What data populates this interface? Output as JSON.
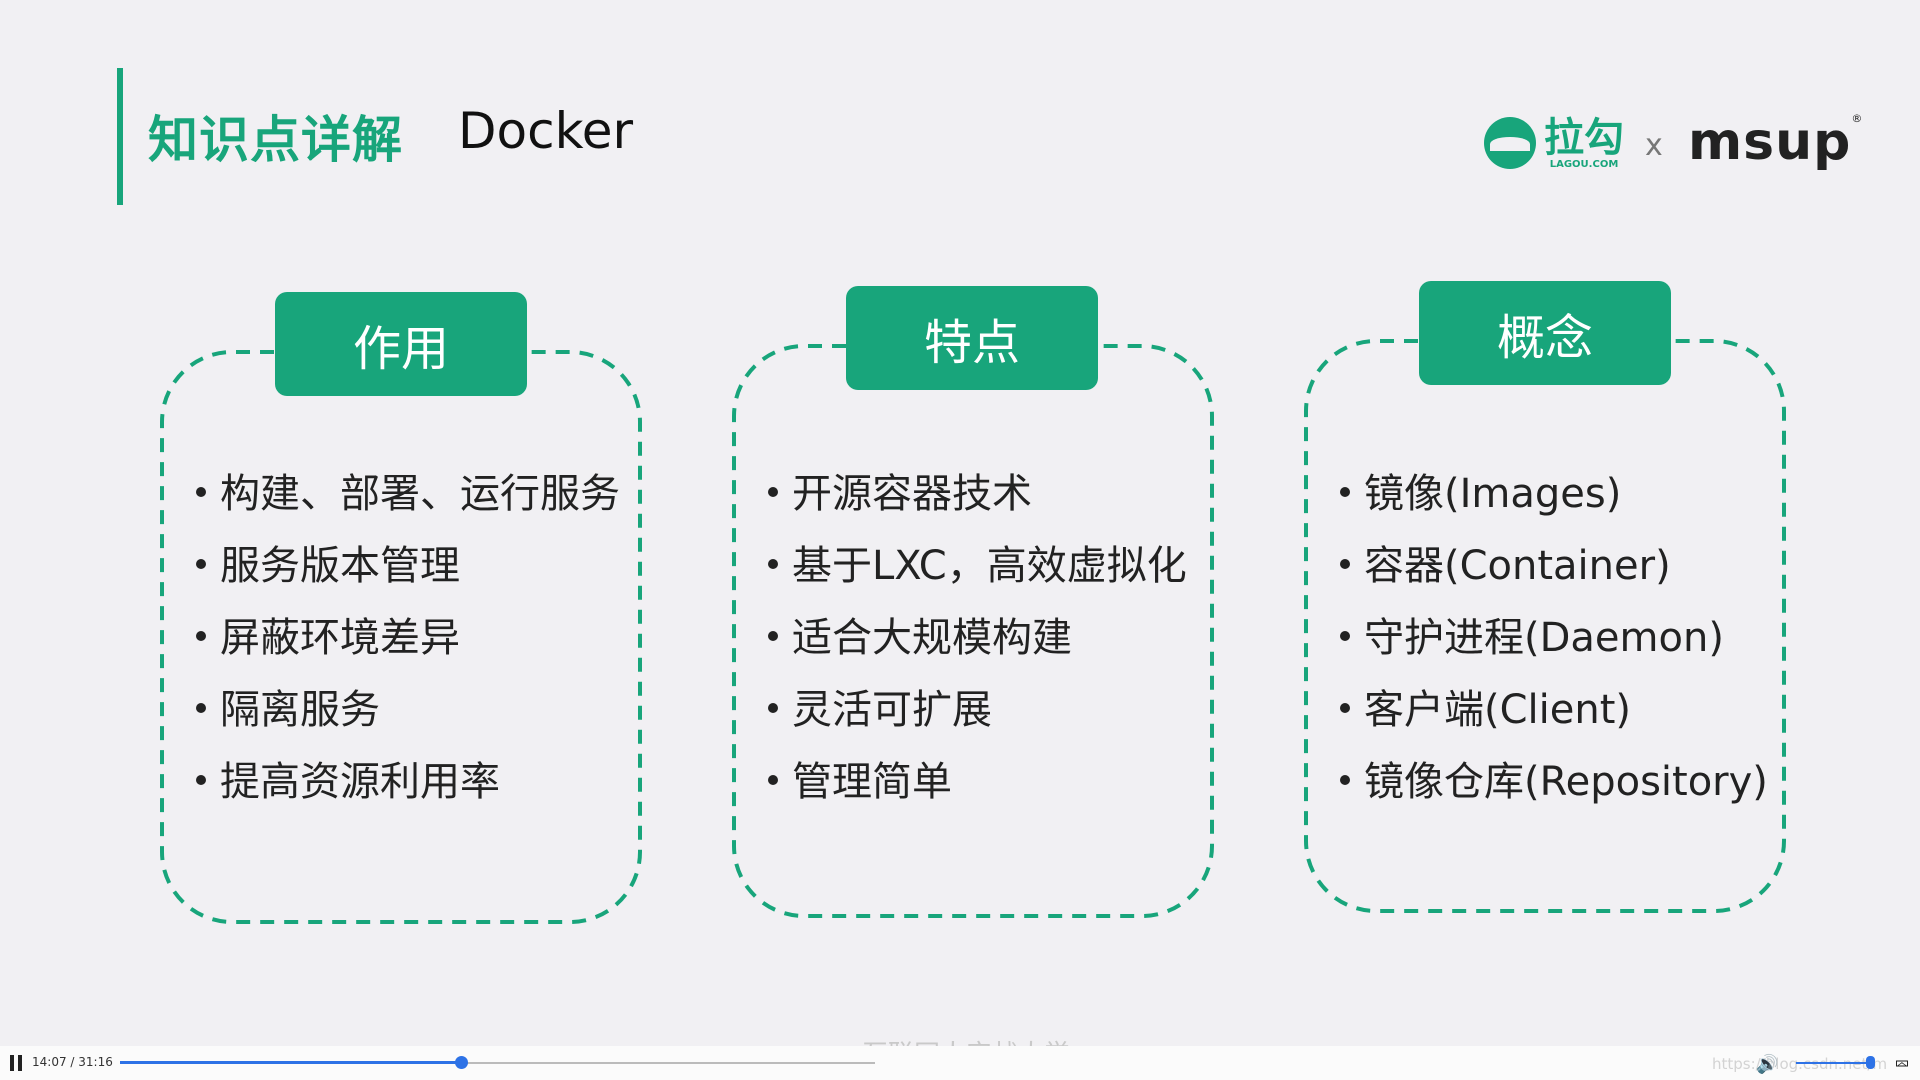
{
  "header": {
    "title": "知识点详解",
    "subtitle": "Docker"
  },
  "logos": {
    "lagou_cn": "拉勾",
    "lagou_en": "LAGOU.COM",
    "separator": "x",
    "partner": "msup",
    "partner_mark": "®"
  },
  "cards": [
    {
      "heading": "作用",
      "items": [
        "构建、部署、运行服务",
        "服务版本管理",
        "屏蔽环境差异",
        "隔离服务",
        "提高资源利用率"
      ]
    },
    {
      "heading": "特点",
      "items": [
        "开源容器技术",
        "基于LXC，高效虚拟化",
        "适合大规模构建",
        "灵活可扩展",
        "管理简单"
      ]
    },
    {
      "heading": "概念",
      "items": [
        "镜像(Images)",
        "容器(Container)",
        "守护进程(Daemon)",
        "客户端(Client)",
        "镜像仓库(Repository)"
      ]
    }
  ],
  "watermark": "互联网人实战大学",
  "player": {
    "current_time": "14:07",
    "duration": "31:16",
    "time_display": "14:07 / 31:16",
    "progress": 0.451,
    "volume": 1.0,
    "url_watermark": "https://blog.csdn.net/m"
  },
  "colors": {
    "accent": "#18a57b",
    "background": "#f1f0f3",
    "player_accent": "#2d72e6"
  },
  "icons": {
    "pause": "pause-icon",
    "volume": "volume-icon",
    "fullscreen": "exit-fullscreen-icon"
  }
}
